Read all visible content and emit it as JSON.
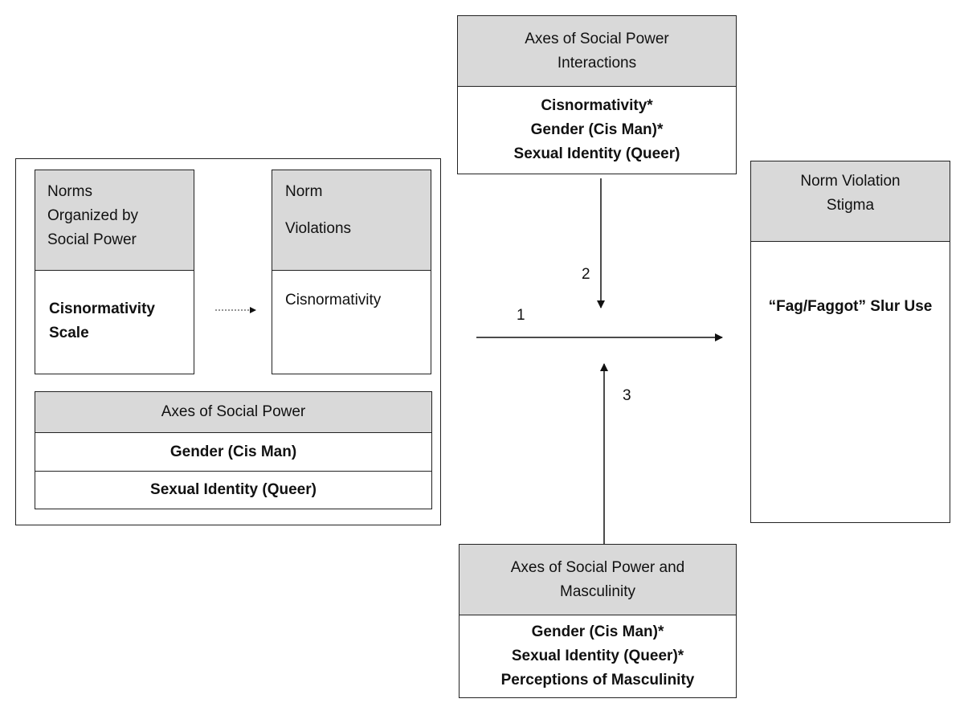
{
  "left_group": {
    "norms_header": [
      "Norms",
      "Organized by",
      "Social Power"
    ],
    "norms_body": [
      "Cisnormativity",
      "Scale"
    ],
    "violations_header": [
      "Norm",
      "Violations"
    ],
    "violations_body": "Cisnormativity",
    "axes_header": "Axes of Social Power",
    "axes_rows": [
      "Gender (Cis Man)",
      "Sexual Identity (Queer)"
    ]
  },
  "top_box": {
    "header": [
      "Axes of Social Power",
      "Interactions"
    ],
    "body": [
      "Cisnormativity*",
      "Gender (Cis Man)*",
      "Sexual Identity (Queer)"
    ]
  },
  "right_box": {
    "header": [
      "Norm Violation",
      "Stigma"
    ],
    "body": "“Fag/Faggot” Slur Use"
  },
  "bottom_box": {
    "header": [
      "Axes of Social Power and",
      "Masculinity"
    ],
    "body": [
      "Gender (Cis Man)*",
      "Sexual Identity (Queer)*",
      "Perceptions of Masculinity"
    ]
  },
  "paths": {
    "label_1": "1",
    "label_2": "2",
    "label_3": "3"
  }
}
